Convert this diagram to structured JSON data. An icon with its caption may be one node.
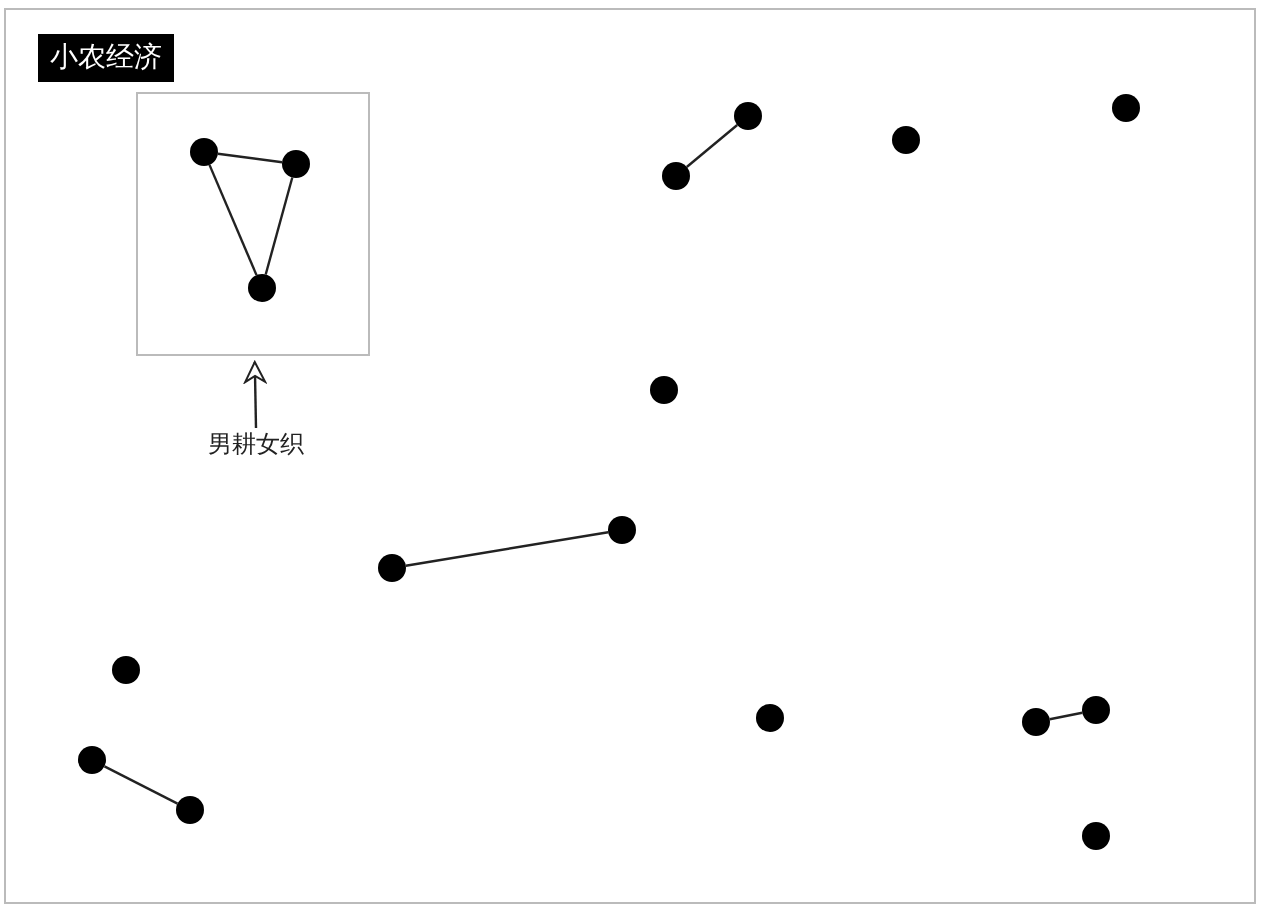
{
  "diagram": {
    "nodes": [
      {
        "text": [
          "小农经济"
        ]
      },
      {
        "text": [],
        "shape": "box",
        "in": 0
      },
      {
        "text": [],
        "shape": "circle",
        "in": 1
      },
      {
        "text": [],
        "shape": "circle",
        "in": 1
      },
      {
        "text": [],
        "shape": "circle",
        "in": 1
      },
      {
        "text": [
          "男耕女织"
        ],
        "in": 0
      },
      {
        "text": [],
        "shape": "circle",
        "in": 0
      },
      {
        "text": [],
        "shape": "circle",
        "in": 0
      },
      {
        "text": [],
        "shape": "circle",
        "in": 0
      },
      {
        "text": [],
        "shape": "circle",
        "in": 0
      },
      {
        "text": [],
        "shape": "circle",
        "in": 0
      },
      {
        "text": [],
        "shape": "circle",
        "in": 0
      },
      {
        "text": [],
        "shape": "circle",
        "in": 0
      },
      {
        "text": [],
        "shape": "circle",
        "in": 0
      },
      {
        "text": [],
        "shape": "circle",
        "in": 0
      },
      {
        "text": [],
        "shape": "circle",
        "in": 0
      },
      {
        "text": [],
        "shape": "circle",
        "in": 0
      },
      {
        "text": [],
        "shape": "circle",
        "in": 0
      },
      {
        "text": [],
        "shape": "circle",
        "in": 0
      },
      {
        "text": [],
        "shape": "circle",
        "in": 0
      }
    ],
    "edges": [
      {
        "from": 2,
        "to": 3,
        "arrow": "none"
      },
      {
        "from": 3,
        "to": 4,
        "arrow": "none"
      },
      {
        "from": 2,
        "to": 4,
        "arrow": "none"
      },
      {
        "from": 5,
        "to": 1,
        "arrow": "to"
      },
      {
        "from": 7,
        "to": 9,
        "arrow": "none"
      },
      {
        "from": 11,
        "to": 12,
        "arrow": "none"
      },
      {
        "from": 16,
        "to": 14,
        "arrow": "none"
      },
      {
        "from": 17,
        "to": 18,
        "arrow": "none"
      }
    ]
  }
}
